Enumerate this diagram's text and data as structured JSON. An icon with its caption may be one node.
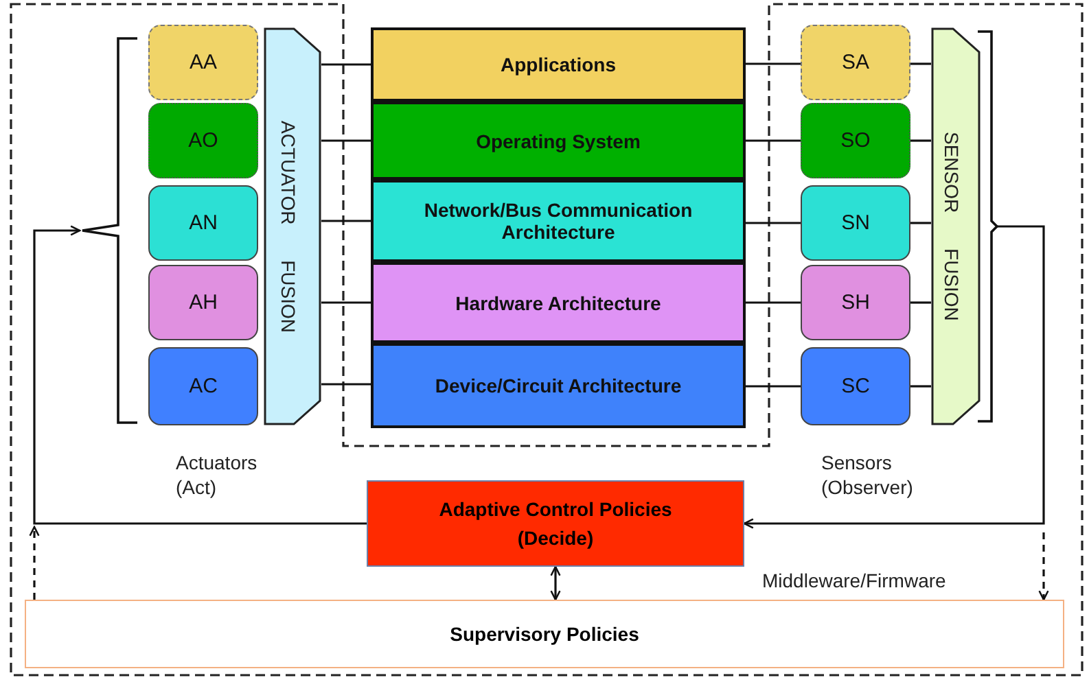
{
  "diagram": {
    "nodes": [
      {
        "text": [],
        "shape": "bracket"
      },
      {
        "text": [
          "AA"
        ]
      },
      {
        "text": [
          "AO"
        ]
      },
      {
        "text": [
          "AN"
        ]
      },
      {
        "text": [
          "AH"
        ]
      },
      {
        "text": [
          "AC"
        ]
      },
      {
        "text": [
          "ACTUATOR FUSION"
        ]
      },
      {
        "text": [
          "Applications"
        ]
      },
      {
        "text": [
          "Operating System"
        ]
      },
      {
        "text": [
          "Network/Bus Communication Architecture"
        ]
      },
      {
        "text": [
          "Hardware Architecture"
        ]
      },
      {
        "text": [
          "Device/Circuit Architecture"
        ]
      },
      {
        "text": [
          "SA"
        ]
      },
      {
        "text": [
          "SO"
        ]
      },
      {
        "text": [
          "SN"
        ]
      },
      {
        "text": [
          "SH"
        ]
      },
      {
        "text": [
          "SC"
        ]
      },
      {
        "text": [
          "SENSOR FUSION"
        ]
      },
      {
        "text": [],
        "shape": "bracket"
      },
      {
        "text": [
          "Adaptive Control Policies (Decide)"
        ]
      },
      {
        "text": [
          "Supervisory Policies"
        ]
      }
    ],
    "edges": [
      {
        "from": 6,
        "to": 7,
        "arrow": "none"
      },
      {
        "from": 6,
        "to": 8,
        "arrow": "none"
      },
      {
        "from": 6,
        "to": 9,
        "arrow": "none"
      },
      {
        "from": 6,
        "to": 10,
        "arrow": "none"
      },
      {
        "from": 6,
        "to": 11,
        "arrow": "none"
      },
      {
        "from": 7,
        "to": 12,
        "arrow": "none"
      },
      {
        "from": 8,
        "to": 13,
        "arrow": "none"
      },
      {
        "from": 9,
        "to": 14,
        "arrow": "none"
      },
      {
        "from": 10,
        "to": 15,
        "arrow": "none"
      },
      {
        "from": 11,
        "to": 16,
        "arrow": "none"
      },
      {
        "from": 12,
        "to": 17,
        "arrow": "none"
      },
      {
        "from": 13,
        "to": 17,
        "arrow": "none"
      },
      {
        "from": 14,
        "to": 17,
        "arrow": "none"
      },
      {
        "from": 15,
        "to": 17,
        "arrow": "none"
      },
      {
        "from": 16,
        "to": 17,
        "arrow": "none"
      },
      {
        "from": 19,
        "to": 0,
        "arrow": "to"
      },
      {
        "from": 18,
        "to": 19,
        "arrow": "to"
      },
      {
        "from": 19,
        "to": 20,
        "arrow": "both"
      },
      {
        "from": 20,
        "to": null,
        "arrow": "to",
        "style": "dashed"
      },
      {
        "from": null,
        "to": 20,
        "arrow": "to",
        "style": "dashed"
      }
    ],
    "labels": [
      "Actuators (Act)",
      "Sensors (Observer)",
      "Middleware/Firmware"
    ]
  }
}
